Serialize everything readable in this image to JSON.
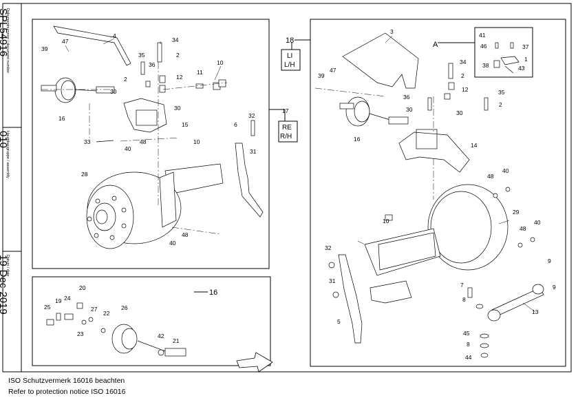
{
  "sidebar": {
    "doc_number_label": "Dokumentnummer / document number",
    "doc_number": "SPL54916",
    "assembly_label": "Hauptbaugruppe / assembly",
    "assembly": "010",
    "date_label": "Datum / date",
    "date": "19-Dec-2019"
  },
  "callouts": {
    "left": {
      "frame_label": "17",
      "side_top": "RE",
      "side_bottom": "R/H"
    },
    "right": {
      "frame_label": "18",
      "side_top": "LI",
      "side_bottom": "L/H",
      "detail": "A"
    },
    "inset": {
      "frame_label": "16"
    }
  },
  "part_numbers": {
    "left_main": [
      "4",
      "47",
      "39",
      "34",
      "35",
      "2",
      "36",
      "10",
      "11",
      "12",
      "2",
      "16",
      "30",
      "30",
      "15",
      "6",
      "32",
      "33",
      "48",
      "40",
      "10",
      "31",
      "28",
      "48",
      "40"
    ],
    "right_main": [
      "3",
      "39",
      "47",
      "34",
      "2",
      "36",
      "12",
      "35",
      "2",
      "30",
      "30",
      "16",
      "14",
      "40",
      "48",
      "29",
      "10",
      "32",
      "31",
      "48",
      "40",
      "5",
      "7",
      "8",
      "9",
      "9",
      "13",
      "45",
      "8",
      "44"
    ],
    "detail_a": [
      "41",
      "46",
      "37",
      "1",
      "38",
      "43"
    ],
    "inset": [
      "20",
      "19",
      "24",
      "25",
      "27",
      "22",
      "26",
      "23",
      "42",
      "21"
    ]
  },
  "footer": {
    "line1": "ISO Schutzvermerk 16016 beachten",
    "line2": "Refer to protection notice ISO 16016"
  }
}
